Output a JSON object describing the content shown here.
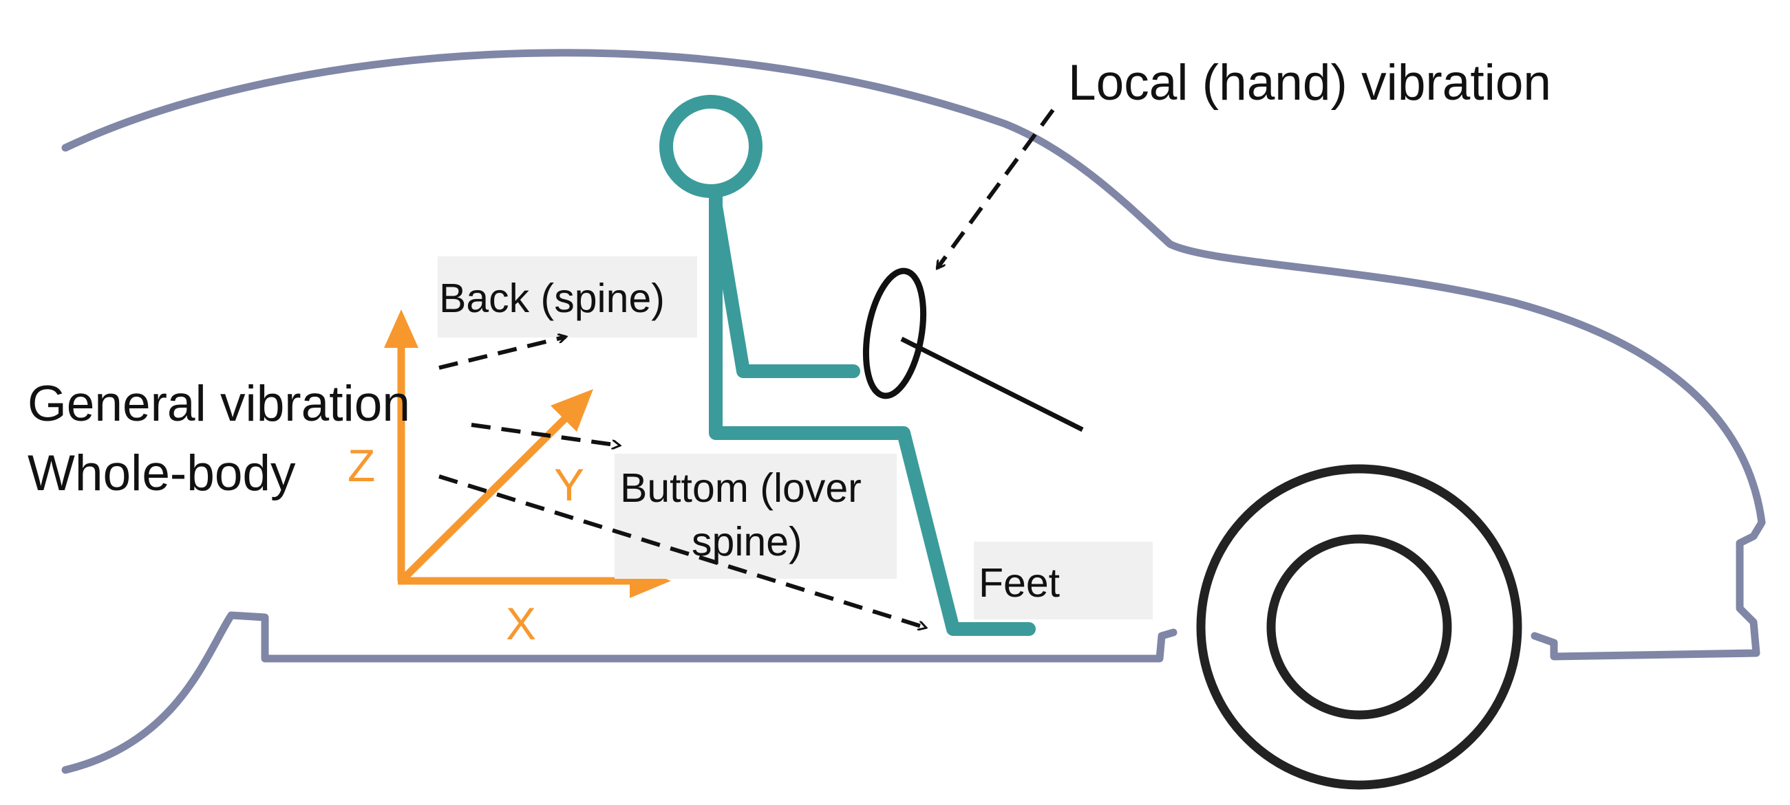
{
  "labels": {
    "local_vibration": "Local (hand) vibration",
    "general_vibration": "General vibration",
    "whole_body": "Whole-body",
    "back": "Back (spine)",
    "buttom_line1": "Buttom (lover",
    "buttom_line2": "spine)",
    "feet": "Feet"
  },
  "axes": {
    "x": "X",
    "y": "Y",
    "z": "Z"
  },
  "colors": {
    "car_outline": "#7f86a6",
    "figure": "#3b9b9b",
    "axes": "#f7982e",
    "arrows": "#111111",
    "wheel": "#222222",
    "label_box": "#f0f0f0"
  }
}
